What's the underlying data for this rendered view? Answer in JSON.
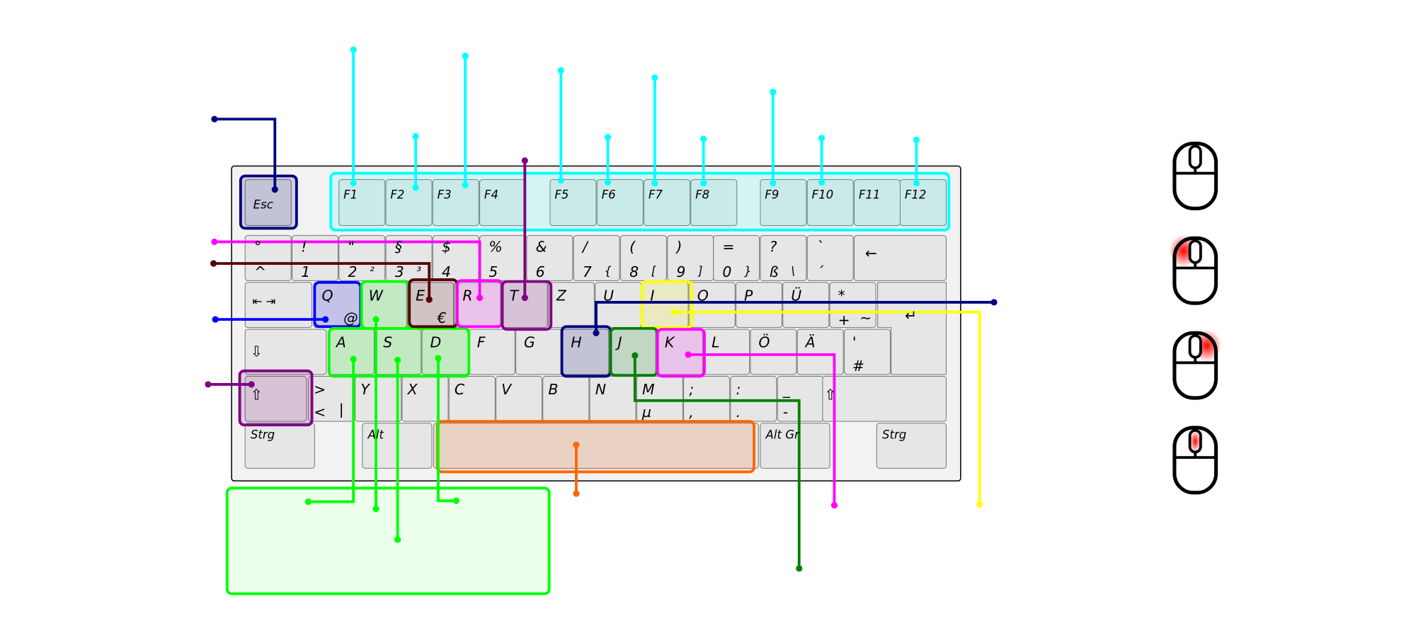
{
  "title": "Keyboard and mouse controls diagram",
  "colors": {
    "navy": "#000080",
    "cyan": "#00ffff",
    "blue": "#0000ff",
    "lime": "#00ff00",
    "darkred": "#550000",
    "magenta": "#ff00ff",
    "purple": "#800080",
    "yellow": "#ffff00",
    "green": "#008000",
    "orange": "#ff6600",
    "mouse_highlight": "#ff0000"
  },
  "keyboard": {
    "esc": "Esc",
    "function_keys": [
      "F1",
      "F2",
      "F3",
      "F4",
      "F5",
      "F6",
      "F7",
      "F8",
      "F9",
      "F10",
      "F11",
      "F12"
    ],
    "number_row": [
      {
        "top": "°",
        "bottom": "^",
        "alt": ""
      },
      {
        "top": "!",
        "bottom": "1",
        "alt": ""
      },
      {
        "top": "\"",
        "bottom": "2",
        "alt": "²"
      },
      {
        "top": "§",
        "bottom": "3",
        "alt": "³"
      },
      {
        "top": "$",
        "bottom": "4",
        "alt": ""
      },
      {
        "top": "%",
        "bottom": "5",
        "alt": ""
      },
      {
        "top": "&",
        "bottom": "6",
        "alt": ""
      },
      {
        "top": "/",
        "bottom": "7",
        "alt": "{"
      },
      {
        "top": "(",
        "bottom": "8",
        "alt": "["
      },
      {
        "top": ")",
        "bottom": "9",
        "alt": "]"
      },
      {
        "top": "=",
        "bottom": "0",
        "alt": "}"
      },
      {
        "top": "?",
        "bottom": "ß",
        "alt": "\\"
      },
      {
        "top": "`",
        "bottom": "´",
        "alt": ""
      }
    ],
    "backspace": "←",
    "tab": "⇤ ⇥",
    "q_row": [
      {
        "top": "Q",
        "bottom": "",
        "alt": "@"
      },
      {
        "top": "W",
        "bottom": "",
        "alt": ""
      },
      {
        "top": "E",
        "bottom": "",
        "alt": "€"
      },
      {
        "top": "R",
        "bottom": "",
        "alt": ""
      },
      {
        "top": "T",
        "bottom": "",
        "alt": ""
      },
      {
        "top": "Z",
        "bottom": "",
        "alt": ""
      },
      {
        "top": "U",
        "bottom": "",
        "alt": ""
      },
      {
        "top": "I",
        "bottom": "",
        "alt": ""
      },
      {
        "top": "O",
        "bottom": "",
        "alt": ""
      },
      {
        "top": "P",
        "bottom": "",
        "alt": ""
      },
      {
        "top": "Ü",
        "bottom": "",
        "alt": ""
      },
      {
        "top": "*",
        "bottom": "+",
        "alt": "~"
      }
    ],
    "enter": "↵",
    "caps": "⇩",
    "a_row": [
      {
        "top": "A",
        "bottom": "",
        "alt": ""
      },
      {
        "top": "S",
        "bottom": "",
        "alt": ""
      },
      {
        "top": "D",
        "bottom": "",
        "alt": ""
      },
      {
        "top": "F",
        "bottom": "",
        "alt": ""
      },
      {
        "top": "G",
        "bottom": "",
        "alt": ""
      },
      {
        "top": "H",
        "bottom": "",
        "alt": ""
      },
      {
        "top": "J",
        "bottom": "",
        "alt": ""
      },
      {
        "top": "K",
        "bottom": "",
        "alt": ""
      },
      {
        "top": "L",
        "bottom": "",
        "alt": ""
      },
      {
        "top": "Ö",
        "bottom": "",
        "alt": ""
      },
      {
        "top": "Ä",
        "bottom": "",
        "alt": ""
      },
      {
        "top": "'",
        "bottom": "#",
        "alt": ""
      }
    ],
    "shift": "⇧",
    "z_row": [
      {
        "top": ">",
        "bottom": "<",
        "alt": "|"
      },
      {
        "top": "Y",
        "bottom": "",
        "alt": ""
      },
      {
        "top": "X",
        "bottom": "",
        "alt": ""
      },
      {
        "top": "C",
        "bottom": "",
        "alt": ""
      },
      {
        "top": "V",
        "bottom": "",
        "alt": ""
      },
      {
        "top": "B",
        "bottom": "",
        "alt": ""
      },
      {
        "top": "N",
        "bottom": "",
        "alt": ""
      },
      {
        "top": "M",
        "bottom": "µ",
        "alt": ""
      },
      {
        "top": ";",
        "bottom": ",",
        "alt": ""
      },
      {
        "top": ":",
        "bottom": ".",
        "alt": ""
      },
      {
        "top": "_",
        "bottom": "-",
        "alt": ""
      }
    ],
    "bottom_row": {
      "ctrl_left": "Strg",
      "alt": "Alt",
      "altgr": "Alt Gr",
      "ctrl_right": "Strg"
    }
  },
  "mouse_icons": [
    "none",
    "left-button",
    "right-button",
    "wheel"
  ]
}
